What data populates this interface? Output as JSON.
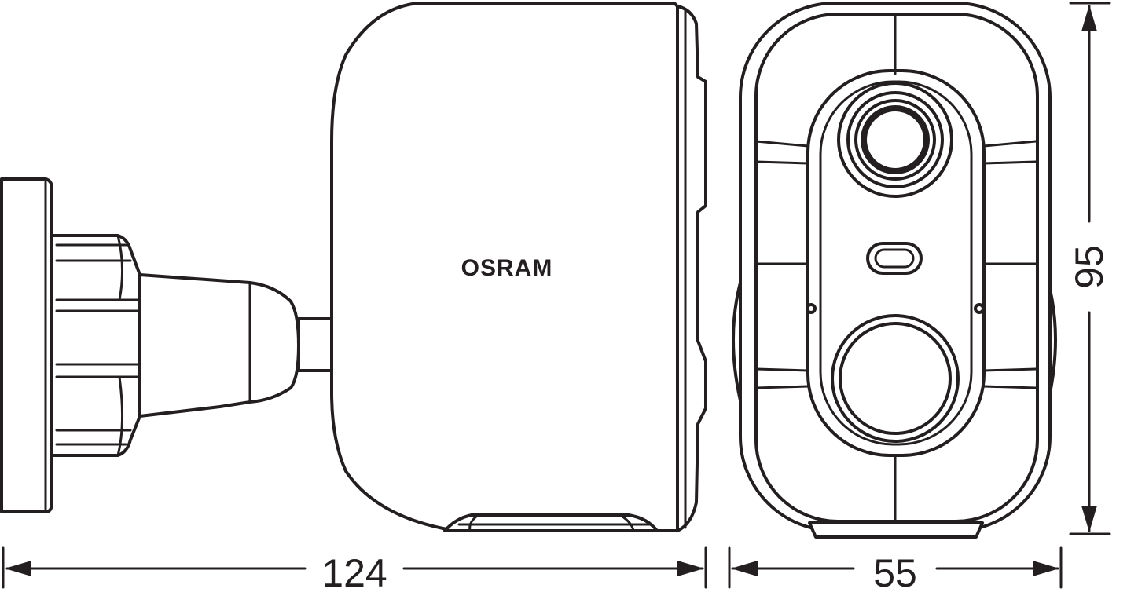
{
  "drawing": {
    "brand_label": "OSRAM",
    "dimensions": {
      "side_width": "124",
      "front_width": "55",
      "height": "95"
    }
  }
}
